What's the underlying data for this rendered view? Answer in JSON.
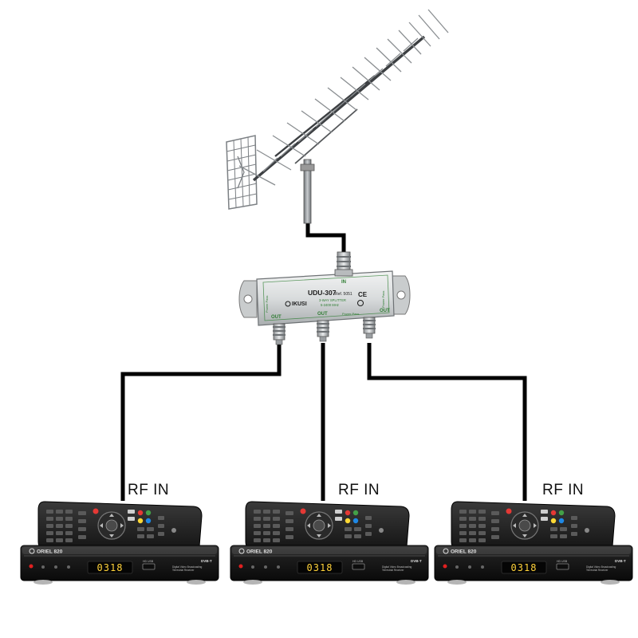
{
  "splitter": {
    "model": "UDU-307",
    "ref": "Ref. 5051",
    "subtitle_1": "3-WAY SPLITTER",
    "subtitle_2": "5-2400 MHz",
    "brand": "IKUSI",
    "ce_mark": "CE",
    "in_label": "IN",
    "out_labels": [
      "OUT",
      "OUT",
      "OUT"
    ],
    "side_left": "Power Pass",
    "side_right": "Power Pass",
    "bottom_note": "Power Pass"
  },
  "receivers": [
    {
      "rf_label": "RF IN",
      "brand": "ORIEL 820",
      "display": "0318",
      "badge": "DVB-T",
      "usb_label": "HD USB",
      "caption_1": "Digital Video Broadcasting",
      "caption_2": "Terrestrial Receiver"
    },
    {
      "rf_label": "RF IN",
      "brand": "ORIEL 820",
      "display": "0318",
      "badge": "DVB-T",
      "usb_label": "HD USB",
      "caption_1": "Digital Video Broadcasting",
      "caption_2": "Terrestrial Receiver"
    },
    {
      "rf_label": "RF IN",
      "brand": "ORIEL 820",
      "display": "0318",
      "badge": "DVB-T",
      "usb_label": "HD USB",
      "caption_1": "Digital Video Broadcasting",
      "caption_2": "Terrestrial Receiver"
    }
  ],
  "colors": {
    "cable": "#000000",
    "display": "#ffd23a",
    "led": "#e02020",
    "button_red": "#e53935",
    "button_green": "#43a047",
    "button_yellow": "#fdd835",
    "button_blue": "#1e88e5"
  }
}
